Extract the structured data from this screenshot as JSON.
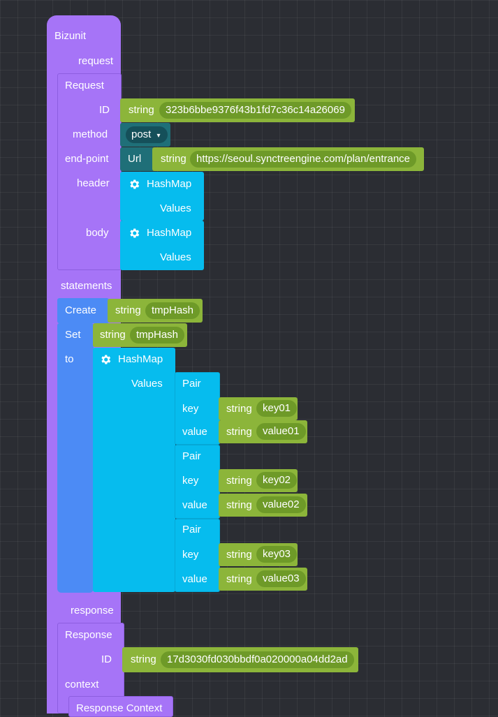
{
  "bizunit": {
    "title": "Bizunit",
    "request_label": "request",
    "statements_label": "statements",
    "response_label": "response"
  },
  "request_block": {
    "title": "Request",
    "id_label": "ID",
    "id_type": "string",
    "id_value": "323b6bbe9376f43b1fd7c36c14a26069",
    "method_label": "method",
    "method_value": "post",
    "method_arrow": "▾",
    "endpoint_label": "end-point",
    "url_label": "Url",
    "url_type": "string",
    "url_value": "https://seoul.synctreengine.com/plan/entrance",
    "header_label": "header",
    "body_label": "body",
    "hashmap_label": "HashMap",
    "values_label": "Values"
  },
  "statements": {
    "create_label": "Create",
    "create_type": "string",
    "create_value": "tmpHash",
    "set_label": "Set",
    "set_type": "string",
    "set_value": "tmpHash",
    "to_label": "to",
    "hashmap_label": "HashMap",
    "values_label": "Values",
    "pairs": [
      {
        "pair_label": "Pair",
        "key_label": "key",
        "key_type": "string",
        "key_value": "key01",
        "value_label": "value",
        "value_type": "string",
        "value_value": "value01"
      },
      {
        "pair_label": "Pair",
        "key_label": "key",
        "key_type": "string",
        "key_value": "key02",
        "value_label": "value",
        "value_type": "string",
        "value_value": "value02"
      },
      {
        "pair_label": "Pair",
        "key_label": "key",
        "key_type": "string",
        "key_value": "key03",
        "value_label": "value",
        "value_type": "string",
        "value_value": "value03"
      }
    ]
  },
  "response_block": {
    "title": "Response",
    "id_label": "ID",
    "id_type": "string",
    "id_value": "17d3030fd030bbdf0a020000a04dd2ad",
    "context_label": "context",
    "context_block_title": "Response Context"
  },
  "icons": {
    "gear": "gear-icon"
  },
  "colors": {
    "bizunit": "#a674f7",
    "statement": "#4c8bf5",
    "hashmap": "#06bcee",
    "string": "#8cb53a",
    "method": "#1f6f78",
    "background": "#2b2d33"
  }
}
